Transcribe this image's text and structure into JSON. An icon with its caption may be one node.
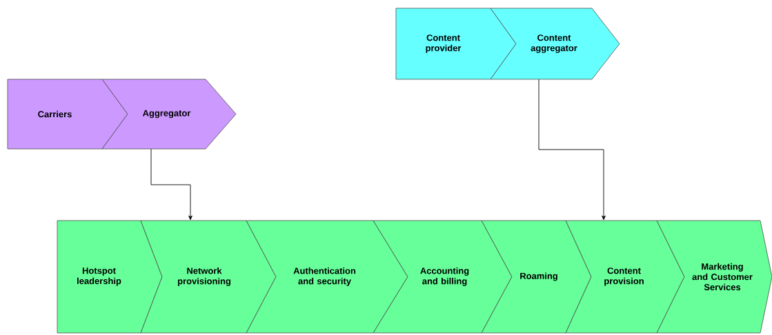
{
  "diagram": {
    "nodes": [
      {
        "text": [
          "Carriers"
        ]
      },
      {
        "text": [
          "Aggregator"
        ]
      },
      {
        "text": [
          "Content provider"
        ]
      },
      {
        "text": [
          "Content aggregator"
        ]
      },
      {
        "text": [
          "Hotspot leadership"
        ]
      },
      {
        "text": [
          "Network provisioning"
        ]
      },
      {
        "text": [
          "Authentication and security"
        ]
      },
      {
        "text": [
          "Accounting and billing"
        ]
      },
      {
        "text": [
          "Roaming"
        ]
      },
      {
        "text": [
          "Content provision"
        ]
      },
      {
        "text": [
          "Marketing and Customer Services"
        ]
      }
    ],
    "edges": [
      {
        "from": 1,
        "to": 5,
        "arrow": "to"
      },
      {
        "from": 3,
        "to": 9,
        "arrow": "to"
      }
    ]
  }
}
